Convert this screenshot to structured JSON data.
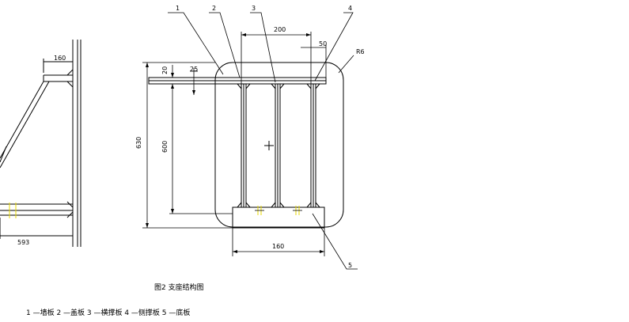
{
  "callouts": [
    "1",
    "2",
    "3",
    "4",
    "5"
  ],
  "dimensions": {
    "top_span": "200",
    "right_small": "50",
    "left_top": "160",
    "plate_a": "20",
    "plate_b": "25",
    "overall_height": "630",
    "inner_height": "600",
    "bottom_width": "160",
    "left_bottom": "593",
    "radius": "R6"
  },
  "caption": "图2 支座结构图",
  "legend": "1 —墙板   2 —盖板   3 —横撑板   4 —侧撑板   5 —底板",
  "colors": {
    "line": "#000000",
    "weld": "#e8d800"
  }
}
